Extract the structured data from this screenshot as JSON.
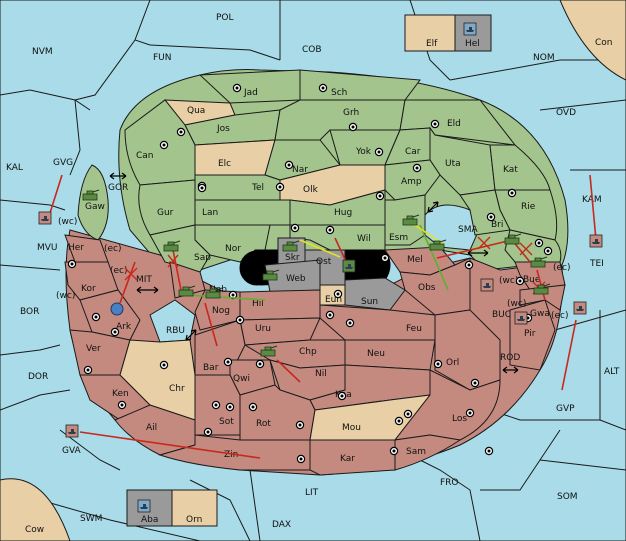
{
  "map": {
    "sea_labels": {
      "pol": "POL",
      "nvm": "NVM",
      "fun": "FUN",
      "cob": "COB",
      "nom": "NOM",
      "ovd": "OVD",
      "kal": "KAL",
      "gvg": "GVG",
      "gor": "GOR",
      "mvu": "MVU",
      "kam": "KAM",
      "sma": "SMA",
      "tei": "TEI",
      "bor": "BOR",
      "mit": "MIT",
      "dor": "DOR",
      "rbu": "RBU",
      "buc": "BUC",
      "alt": "ALT",
      "rod": "ROD",
      "gvp": "GVP",
      "gva": "GVA",
      "lit": "LIT",
      "fro": "FRO",
      "som": "SOM",
      "swm": "SWM",
      "dax": "DAX"
    },
    "corner_labels": {
      "con": "Con",
      "cow": "Cow"
    },
    "green_labels": {
      "jad": "Jad",
      "sch": "Sch",
      "qua": "Qua",
      "jos": "Jos",
      "grh": "Grh",
      "can": "Can",
      "eld": "Eld",
      "yok": "Yok",
      "car": "Car",
      "elc": "Elc",
      "nar": "Nar",
      "uta": "Uta",
      "kat": "Kat",
      "amp": "Amp",
      "tel": "Tel",
      "olk": "Olk",
      "gur": "Gur",
      "lan": "Lan",
      "hug": "Hug",
      "rie": "Rie",
      "bri": "Bri",
      "nor": "Nor",
      "wil": "Wil",
      "esm": "Esm",
      "sap": "Sap",
      "gaw": "Gaw"
    },
    "red_labels": {
      "her": "Her",
      "kor": "Kor",
      "ark": "Ark",
      "nab": "Nab",
      "nog": "Nog",
      "hil": "Hil",
      "mel": "Mel",
      "obs": "Obs",
      "uru": "Uru",
      "feu": "Feu",
      "ver": "Ver",
      "chp": "Chp",
      "neu": "Neu",
      "orl": "Orl",
      "bar": "Bar",
      "qwi": "Qwi",
      "nil": "Nil",
      "ken": "Ken",
      "chr": "Chr",
      "kaa": "Kaa",
      "pir": "Pir",
      "bue": "Bue",
      "gwa": "Gwa",
      "sot": "Sot",
      "rot": "Rot",
      "mou": "Mou",
      "los": "Los",
      "ail": "Ail",
      "zin": "Zin",
      "kar": "Kar",
      "sam": "Sam"
    },
    "center_labels": {
      "skr": "Skr",
      "ost": "Ost",
      "web": "Web",
      "sun": "Sun",
      "eun": "Eun"
    },
    "coast_labels": {
      "wc_mvu": "(wc)",
      "ec_her": "(ec)",
      "ec_kor": "(ec)",
      "wc_kor": "(wc)",
      "wc_bue": "(wc)",
      "ec_bue": "(ec)",
      "wc_gwa": "(wc)",
      "ec_gwa": "(ec)"
    },
    "inset_top": {
      "left": "Elf",
      "right": "Hel"
    },
    "inset_bottom": {
      "left": "Aba",
      "right": "Orn"
    }
  },
  "colors": {
    "sea": "#a9dbe8",
    "green_power": "#a3c48c",
    "red_power": "#c48a80",
    "neutral": "#e8cfa5",
    "impassable": "#9a9a9a",
    "move_red": "#c8281e",
    "move_green": "#5fb030",
    "move_yellow": "#e8e020"
  },
  "units": [
    "army",
    "fleet"
  ]
}
